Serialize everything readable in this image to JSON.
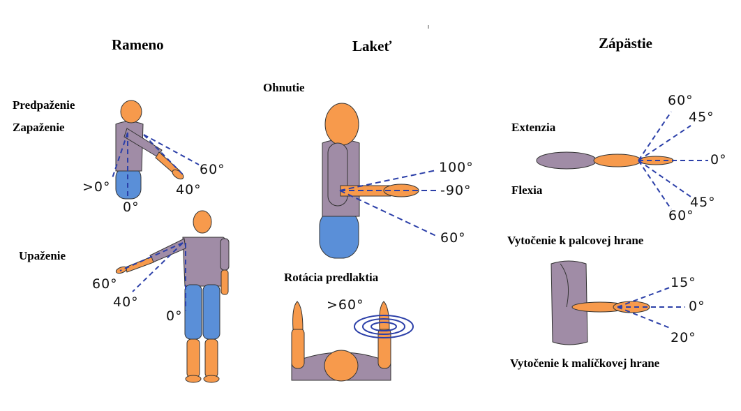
{
  "headings": {
    "shoulder": "Rameno",
    "elbow": "Lakeť",
    "wrist": "Zápästie"
  },
  "shoulder": {
    "flexion_label": "Predpaženie",
    "extension_label": "Zapaženie",
    "abduction_label": "Upaženie",
    "side": {
      "ext_angle": ">0°",
      "zero": "0°",
      "flex_60": "60°",
      "flex_40": "40°"
    },
    "front": {
      "a60": "60°",
      "a40": "40°",
      "zero": "0°"
    }
  },
  "elbow": {
    "flexion_label": "Ohnutie",
    "angles": {
      "a100": "100°",
      "a90": "-90°",
      "a60": "60°"
    },
    "rotation_label": "Rotácia predlaktia",
    "rotation_angle": ">60°"
  },
  "wrist": {
    "extension_label": "Extenzia",
    "flexion_label": "Flexia",
    "ext_angles": {
      "a60": "60°",
      "a45": "45°",
      "zero": "0°"
    },
    "flex_angles": {
      "a45": "45°",
      "a60": "60°"
    },
    "radial_label": "Vytočenie k palcovej hrane",
    "ulnar_label": "Vytočenie k malíčkovej hrane",
    "dev_angles": {
      "a15": "15°",
      "zero": "0°",
      "a20": "20°"
    }
  },
  "colors": {
    "skin": "#F79A4C",
    "torso": "#A08CA6",
    "legs": "#5A8FD8",
    "dash": "#2B3FA8",
    "outline": "#3a3a3a"
  }
}
